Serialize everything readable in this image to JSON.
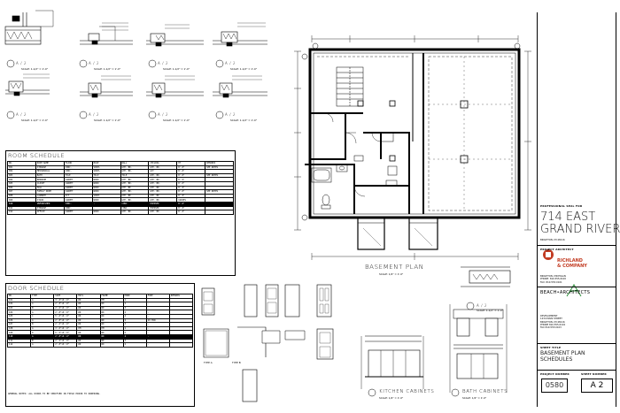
{
  "sheet": {
    "plan_title": "BASEMENT PLAN",
    "plan_scale": "SCALE: 1/4\" = 1'-0\"",
    "detail_captions": [
      "A / 2",
      "A / 2",
      "A / 2",
      "A / 2",
      "A / 2",
      "A / 2",
      "A / 2",
      "A / 2"
    ],
    "detail_scale": "SCALE: 1-1/2\" = 1'-0\"",
    "right_detail_caption": "A / 2",
    "right_detail_scale": "SCALE: 1-1/2\" = 1'-0\"",
    "cabinet_caption_1": "KITCHEN CABINETS",
    "cabinet_caption_2": "BATH CABINETS",
    "cabinet_scale": "SCALE: 1/4\" = 1'-0\"",
    "elev_label_1": "TYPE A",
    "elev_label_2": "TYPE B"
  },
  "room_schedule": {
    "title": "ROOM SCHEDULE",
    "headers": [
      "NO.",
      "ROOM NAME",
      "FLOOR",
      "BASE",
      "WALL",
      "CEILING",
      "HT",
      "REMARKS"
    ],
    "rows": [
      [
        "001",
        "STORAGE",
        "CONC.",
        "VINYL",
        "GYP. BD.",
        "GYP. BD.",
        "8'-0\"",
        "SEE NOTES"
      ],
      [
        "002",
        "MECHANICAL",
        "CONC.",
        "VINYL",
        "GYP. BD.",
        "ACT",
        "8'-0\"",
        ""
      ],
      [
        "003",
        "BATH",
        "TILE",
        "TILE",
        "TILE",
        "GYP. BD.",
        "8'-0\"",
        "SEE NOTES"
      ],
      [
        "004",
        "BEDROOM",
        "CARPET",
        "WOOD",
        "GYP. BD.",
        "GYP. BD.",
        "8'-0\"",
        ""
      ],
      [
        "005",
        "CLOSET",
        "CARPET",
        "WOOD",
        "GYP. BD.",
        "GYP. BD.",
        "8'-0\"",
        ""
      ],
      [
        "006",
        "HALL",
        "CARPET",
        "WOOD",
        "GYP. BD.",
        "GYP. BD.",
        "8'-0\"",
        ""
      ],
      [
        "007",
        "FAMILY ROOM",
        "CARPET",
        "WOOD",
        "GYP. BD.",
        "GYP. BD.",
        "8'-0\"",
        "SEE NOTES"
      ],
      [
        "008",
        "LAUNDRY",
        "VCT",
        "VINYL",
        "GYP. BD.",
        "GYP. BD.",
        "8'-0\"",
        ""
      ],
      [
        "009",
        "STAIR",
        "CARPET",
        "WOOD",
        "GYP. BD.",
        "GYP. BD.",
        "VARIES",
        ""
      ],
      [
        "010",
        "UNFINISHED",
        "CONC.",
        "-",
        "CONC.",
        "EXPOSED",
        "8'-0\"",
        ""
      ],
      [
        "011",
        "STORAGE",
        "CONC.",
        "-",
        "CONC.",
        "EXPOSED",
        "8'-0\"",
        ""
      ],
      [
        "012",
        "OFFICE",
        "CARPET",
        "WOOD",
        "GYP. BD.",
        "GYP. BD.",
        "8'-0\"",
        ""
      ]
    ]
  },
  "door_schedule": {
    "title": "DOOR SCHEDULE",
    "headers": [
      "NO.",
      "TYPE",
      "SIZE",
      "MATL",
      "FRAME",
      "HDWR",
      "FIRE",
      "REMARKS"
    ],
    "rows": [
      [
        "101",
        "A",
        "3'-0\"x6'-8\"",
        "WD",
        "HM",
        "1",
        "-",
        ""
      ],
      [
        "102",
        "A",
        "2'-8\"x6'-8\"",
        "WD",
        "WD",
        "2",
        "-",
        ""
      ],
      [
        "103",
        "B",
        "2'-6\"x6'-8\"",
        "WD",
        "WD",
        "3",
        "-",
        ""
      ],
      [
        "104",
        "A",
        "2'-8\"x6'-8\"",
        "WD",
        "WD",
        "2",
        "-",
        ""
      ],
      [
        "105",
        "C",
        "5'-0\"x6'-8\"",
        "WD",
        "WD",
        "4",
        "-",
        ""
      ],
      [
        "106",
        "A",
        "2'-8\"x6'-8\"",
        "WD",
        "WD",
        "2",
        "20 MIN",
        ""
      ],
      [
        "107",
        "B",
        "2'-6\"x6'-8\"",
        "WD",
        "WD",
        "3",
        "-",
        ""
      ],
      [
        "108",
        "A",
        "3'-0\"x6'-8\"",
        "HM",
        "HM",
        "1",
        "-",
        ""
      ],
      [
        "109",
        "D",
        "6'-0\"x6'-8\"",
        "WD",
        "WD",
        "5",
        "-",
        ""
      ],
      [
        "110",
        "A",
        "2'-8\"x6'-8\"",
        "WD",
        "WD",
        "2",
        "-",
        ""
      ],
      [
        "111",
        "B",
        "2'-6\"x6'-8\"",
        "WD",
        "WD",
        "3",
        "-",
        ""
      ],
      [
        "112",
        "A",
        "2'-8\"x6'-8\"",
        "WD",
        "WD",
        "2",
        "-",
        ""
      ]
    ],
    "notes": "GENERAL NOTES: ALL DOORS TO BE VERIFIED IN FIELD PRIOR TO ORDERING."
  },
  "title_block": {
    "firm_header": "PROFESSIONAL SEAL FOR",
    "address_line1": "714 EAST",
    "address_line2": "GRAND RIVER",
    "city": "BRIGHTON, MI 48116",
    "project_architect": "PROJECT ARCHITECT",
    "firm_name": "RICHLAND\n& COMPANY",
    "firm_info": "BRIGHTON, MICHIGAN\nPHONE: 810.555.0100\nFAX: 810.555.0101",
    "arch_name": "BEACH•ARCHITECTS",
    "arch_info": "DEVELOPMENT\n1234 MAIN STREET\nBRIGHTON, MI 48116\nPHONE 810.555.0102\nFAX 810.555.0103",
    "sheet_title_label": "SHEET TITLE",
    "sheet_title": "BASEMENT PLAN\nSCHEDULES",
    "project_no_label": "PROJECT NUMBER",
    "project_no": "0580",
    "sheet_no_label": "SHEET NUMBER",
    "sheet_no": "A 2"
  }
}
